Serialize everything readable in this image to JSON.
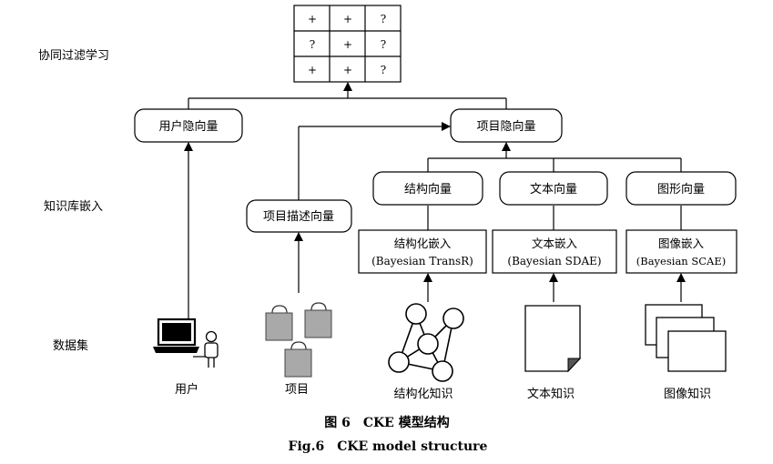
{
  "row_labels": {
    "collab": "协同过滤学习",
    "kb_embed": "知识库嵌入",
    "dataset": "数据集"
  },
  "matrix": [
    [
      "+",
      "+",
      "?"
    ],
    [
      "?",
      "+",
      "?"
    ],
    [
      "+",
      "+",
      "?"
    ]
  ],
  "nodes": {
    "user_latent": "用户隐向量",
    "item_latent": "项目隐向量",
    "struct_vec": "结构向量",
    "text_vec": "文本向量",
    "image_vec": "图形向量",
    "item_desc_vec": "项目描述向量"
  },
  "embed_boxes": {
    "struct": {
      "line1": "结构化嵌入",
      "line2": "(Bayesian TransR)"
    },
    "text": {
      "line1": "文本嵌入",
      "line2": "(Bayesian SDAE)"
    },
    "image": {
      "line1": "图像嵌入",
      "line2": "(Bayesian SCAE)"
    }
  },
  "data_labels": {
    "user": "用户",
    "item": "项目",
    "struct_knowledge": "结构化知识",
    "text_knowledge": "文本知识",
    "image_knowledge": "图像知识"
  },
  "caption": {
    "zh": "图 6　CKE 模型结构",
    "en": "Fig.6　CKE model structure"
  }
}
